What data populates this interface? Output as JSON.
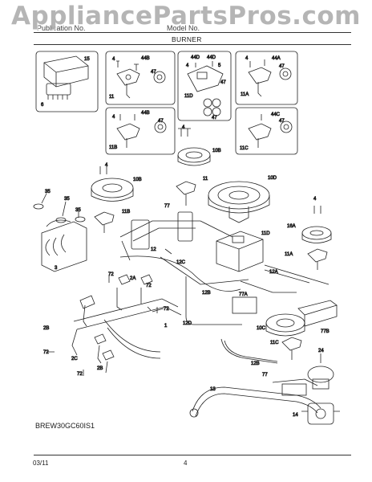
{
  "watermark": "AppliancePartsPros.com",
  "header": {
    "left_text": "Publication No.",
    "mid_text": "Model No.",
    "section_title": "BURNER"
  },
  "callouts": {
    "c15": "15",
    "c6": "6",
    "c4a": "4",
    "c44b": "44B",
    "c47a": "47",
    "c11": "11",
    "c44d1": "44D",
    "c4b": "4",
    "c44d2": "44D",
    "c5": "5",
    "c47b": "47",
    "c47c": "47",
    "c11d": "11D",
    "c4c": "4",
    "c44a": "44A",
    "c47d": "47",
    "c11a": "11A",
    "c4d": "4",
    "c44b2": "44B",
    "c47e": "47",
    "c11b": "11B",
    "c44c": "44C",
    "c47f": "47",
    "c11c": "11C",
    "c4e": "4",
    "c10b": "10B",
    "c4f": "4",
    "c10b2": "10B",
    "c11e": "11",
    "c10d": "10D",
    "c35a": "35",
    "c35b": "35",
    "c35c": "35",
    "c11b2": "11B",
    "c77a": "77",
    "c11d2": "11D",
    "c4g": "4",
    "c16a": "16A",
    "c3": "3",
    "c12": "12",
    "c12c": "12C",
    "c12a": "12A",
    "c11a2": "11A",
    "c72a": "72",
    "c2a": "2A",
    "c72b": "72",
    "c12b": "12B",
    "c77a2": "77A",
    "c72c": "72",
    "c12d": "12D",
    "c2b": "2B",
    "c1": "1",
    "c10c": "10C",
    "c77b": "77B",
    "c72d": "72",
    "c2c": "2C",
    "c11c2": "11C",
    "c12b2": "12B",
    "c24": "24",
    "c72e": "72",
    "c2b2": "2B",
    "c77": "77",
    "c13": "13",
    "c14": "14"
  },
  "diagram_code": "BREW30GC60IS1",
  "footer": {
    "date": "03/11",
    "page": "4"
  }
}
